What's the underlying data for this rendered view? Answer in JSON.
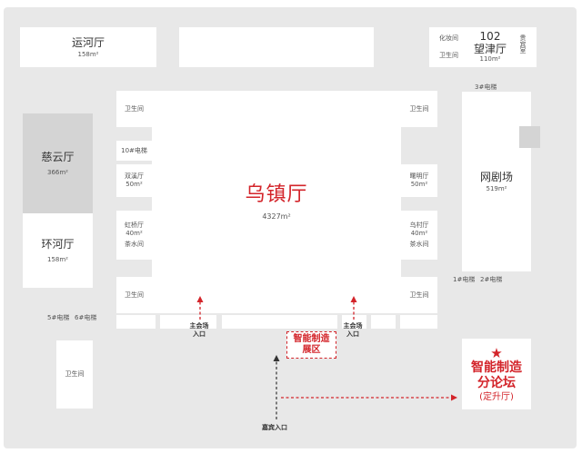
{
  "rooms": {
    "yunhe": {
      "name": "运河厅",
      "area": "158m²"
    },
    "ciyun": {
      "name": "慈云厅",
      "area": "366m²"
    },
    "huanhe": {
      "name": "环河厅",
      "area": "158m²"
    },
    "wangjin": {
      "number": "102",
      "name": "望津厅",
      "area": "110m²"
    },
    "wuzhen": {
      "name": "乌镇厅",
      "area": "4327m²"
    },
    "wangjuchang": {
      "name": "网剧场",
      "area": "519m²"
    },
    "shuangxi": {
      "name": "双溪厅",
      "area": "50m²"
    },
    "hongqiao": {
      "name": "虹桥厅",
      "area": "40m²"
    },
    "shuming": {
      "name": "曙明厅",
      "area": "50m²"
    },
    "wucun": {
      "name": "乌村厅",
      "area": "40m²"
    }
  },
  "labels": {
    "restroom": "卫生间",
    "makeup": "化妆间",
    "elevator10": "10#电梯",
    "elevator3": "3#电梯",
    "elevator1": "1#电梯",
    "elevator2": "2#电梯",
    "elevator5": "5#电梯",
    "elevator6": "6#电梯",
    "tearoom": "茶水间",
    "vip_room": "贵宾室"
  },
  "entrances": {
    "main_venue": "主会场\n入口",
    "vip": "嘉宾入口"
  },
  "highlights": {
    "expo": "智能制造\n展区",
    "forum_title": "智能制造\n分论坛",
    "forum_hall": "(定升厅)"
  },
  "colors": {
    "accent": "#d3242a",
    "floor": "#e8e8e8",
    "room": "#ffffff",
    "highlight_room": "#d4d4d4"
  },
  "icons": {
    "forum_marker": "star-icon",
    "entry_arrow": "arrow-up-icon"
  }
}
